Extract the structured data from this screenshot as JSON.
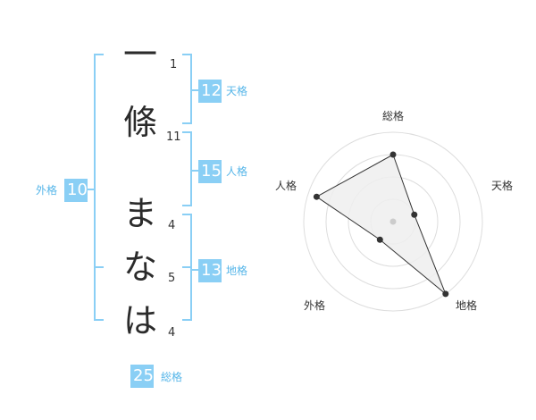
{
  "name_chars": [
    {
      "char": "一",
      "strokes": "1"
    },
    {
      "char": "條",
      "strokes": "11"
    },
    {
      "char": "ま",
      "strokes": "4"
    },
    {
      "char": "な",
      "strokes": "5"
    },
    {
      "char": "は",
      "strokes": "4"
    }
  ],
  "kaku": {
    "tenkaku": {
      "value": "12",
      "label": "天格"
    },
    "jinkaku": {
      "value": "15",
      "label": "人格"
    },
    "chikaku": {
      "value": "13",
      "label": "地格"
    },
    "gaikaku": {
      "value": "10",
      "label": "外格"
    },
    "soukaku": {
      "value": "25",
      "label": "総格"
    }
  },
  "radar": {
    "axes": [
      "総格",
      "天格",
      "地格",
      "外格",
      "人格"
    ],
    "values": [
      0.75,
      0.25,
      1.0,
      0.25,
      0.9
    ],
    "rings": 4,
    "bracket_color": "#8acff5",
    "fill_color": "#eeeeee"
  }
}
